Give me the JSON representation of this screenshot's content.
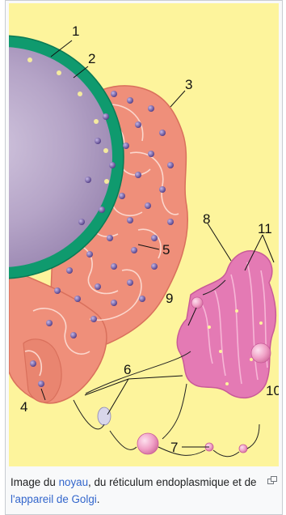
{
  "figure": {
    "labels": [
      "1",
      "2",
      "3",
      "4",
      "5",
      "6",
      "7",
      "8",
      "9",
      "10",
      "11"
    ],
    "colors": {
      "background": "#fdf49c",
      "nucleus": "#b8a8c8",
      "envelope": "#0f9a6e",
      "er": "#ef8f7a",
      "golgi": "#e47ab4",
      "vesicle": "#f5aacb",
      "ribosome": "#6a4f9c"
    }
  },
  "caption": {
    "part1": "Image du ",
    "link_noyau": "noyau",
    "part2": ", du réticulum endoplasmique et de ",
    "link_golgi": "l'appareil de Golgi",
    "part3": "."
  },
  "icons": {
    "enlarge": "enlarge-icon"
  }
}
